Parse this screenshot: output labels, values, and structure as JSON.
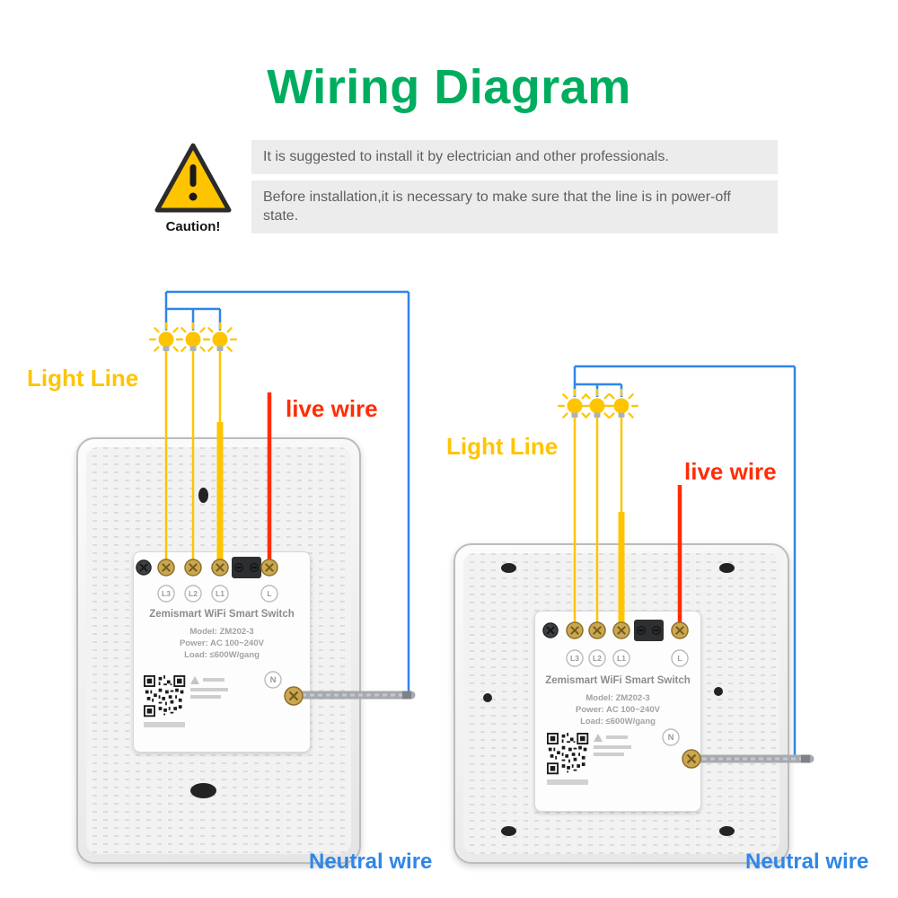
{
  "title": "Wiring Diagram",
  "caution": {
    "label": "Caution!",
    "line1": "It is suggested to install it by electrician and other professionals.",
    "line2": "Before installation,it is necessary to make sure that the line is in power-off state."
  },
  "labels": {
    "light_line": "Light Line",
    "live_wire": "live wire",
    "neutral_wire": "Neutral wire"
  },
  "switch_label": {
    "title": "Zemismart WiFi Smart Switch",
    "model": "Model: ZM202-3",
    "power": "Power: AC 100~240V",
    "load": "Load: ≤600W/gang"
  },
  "terminals": {
    "l3": "L3",
    "l2": "L2",
    "l1": "L1",
    "l": "L",
    "n": "N"
  },
  "colors": {
    "green": "#00AD5F",
    "yellow": "#FFC400",
    "red": "#FF2D05",
    "blue": "#2F86E8",
    "neutral_gray": "#A6A9AD"
  }
}
